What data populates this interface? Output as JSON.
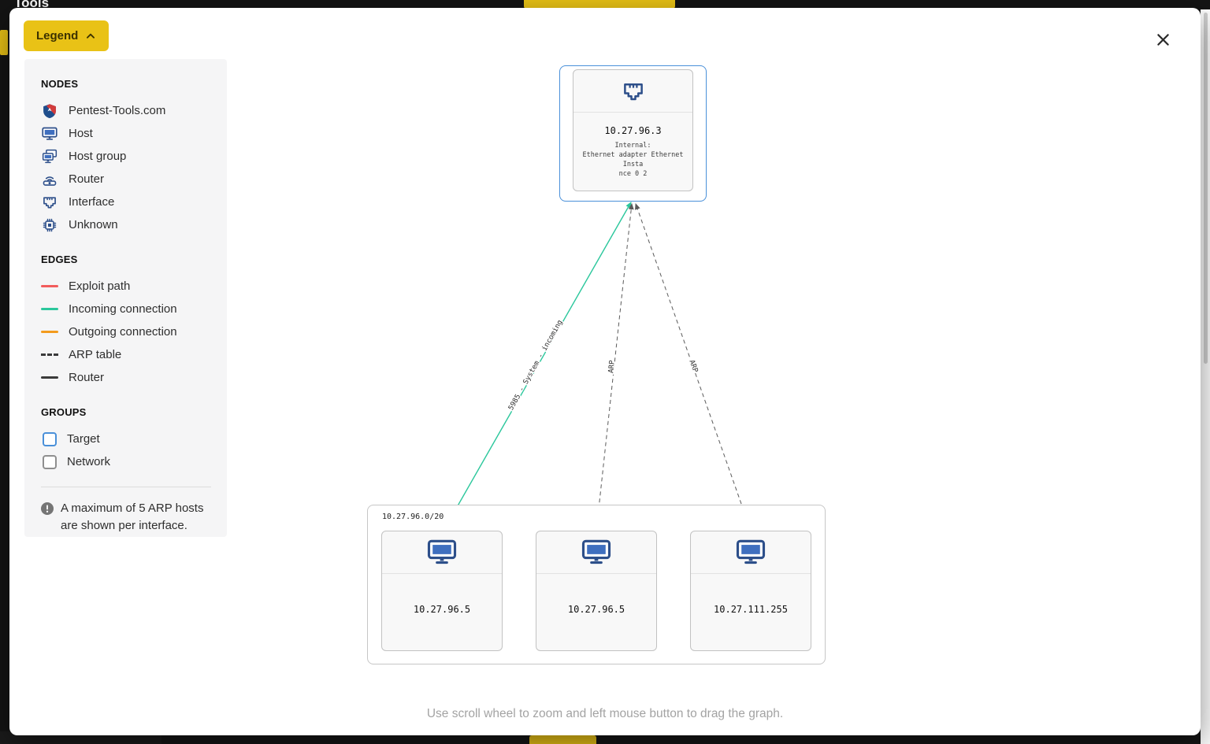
{
  "colors": {
    "brand_yellow": "#e9c216",
    "incoming_edge": "#2bc79c",
    "arp_edge": "#5a5a5a",
    "target_border": "#4a90d9",
    "icon_blue": "#2d4f8a"
  },
  "background": {
    "tools_label": "Tools"
  },
  "modal": {
    "legend_button_label": "Legend",
    "legend": {
      "nodes_title": "NODES",
      "node_items": [
        {
          "label": "Pentest-Tools.com",
          "icon": "pentest-tools-shield-icon"
        },
        {
          "label": "Host",
          "icon": "host-icon"
        },
        {
          "label": "Host group",
          "icon": "host-group-icon"
        },
        {
          "label": "Router",
          "icon": "router-icon"
        },
        {
          "label": "Interface",
          "icon": "interface-icon"
        },
        {
          "label": "Unknown",
          "icon": "unknown-chip-icon"
        }
      ],
      "edges_title": "EDGES",
      "edge_items": [
        {
          "label": "Exploit path",
          "color": "#f25c5c",
          "style": "solid"
        },
        {
          "label": "Incoming connection",
          "color": "#2bc79c",
          "style": "solid"
        },
        {
          "label": "Outgoing connection",
          "color": "#f39b1d",
          "style": "solid"
        },
        {
          "label": "ARP table",
          "color": "#3a3a3a",
          "style": "dashed"
        },
        {
          "label": "Router",
          "color": "#3a3a3a",
          "style": "solid"
        }
      ],
      "groups_title": "GROUPS",
      "group_items": [
        {
          "label": "Target",
          "border_color": "#4a90d9"
        },
        {
          "label": "Network",
          "border_color": "#8f8f8f"
        }
      ],
      "note": "A maximum of 5 ARP hosts are shown per interface."
    },
    "graph": {
      "interface_node": {
        "ip": "10.27.96.3",
        "detail_lines": [
          "Internal:",
          "Ethernet adapter Ethernet Insta",
          "nce 0 2"
        ]
      },
      "network_group": {
        "label": "10.27.96.0/20"
      },
      "hosts": [
        {
          "ip": "10.27.96.5"
        },
        {
          "ip": "10.27.96.5"
        },
        {
          "ip": "10.27.111.255"
        }
      ],
      "edges": [
        {
          "label": "5985 - System - incoming",
          "type": "incoming"
        },
        {
          "label": "ARP",
          "type": "arp"
        },
        {
          "label": "ARP",
          "type": "arp"
        }
      ]
    },
    "hint": "Use scroll wheel to zoom and left mouse button to drag the graph."
  }
}
